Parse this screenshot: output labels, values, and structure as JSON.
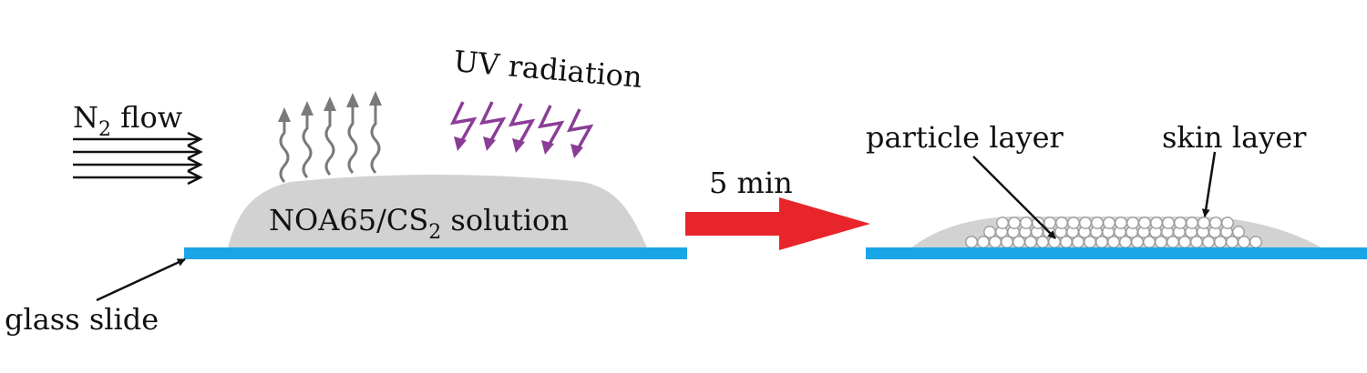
{
  "labels": {
    "n2_main": "N",
    "n2_sub": "2",
    "n2_rest": " flow",
    "uv": "UV radiation",
    "solution_main": "NOA65/CS",
    "solution_sub": "2",
    "solution_rest": " solution",
    "time": "5 min",
    "particle": "particle layer",
    "skin": "skin layer",
    "glass": "glass slide"
  },
  "colors": {
    "glass": "#1aa6e6",
    "solution": "#d2d2d2",
    "evaporation": "#7a7a7a",
    "uv": "#8a3d96",
    "process_arrow": "#e8252b",
    "particle": "#9a9a9a",
    "pointer": "#111111"
  }
}
